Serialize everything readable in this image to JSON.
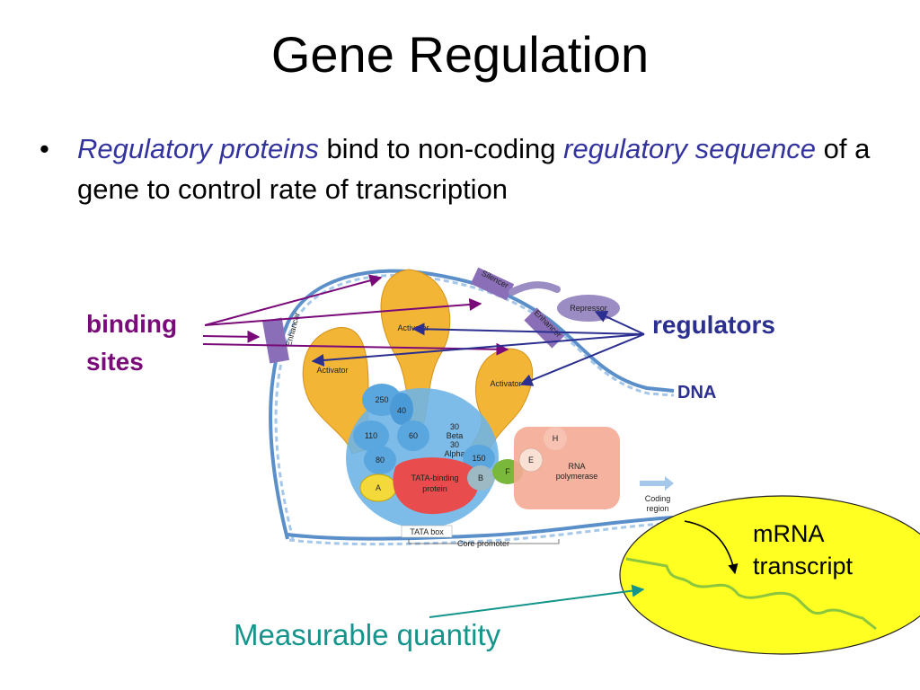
{
  "slide": {
    "title": "Gene Regulation",
    "bullet": {
      "part1": "Regulatory proteins",
      "part2": " bind to non-coding ",
      "part3": "regulatory sequence",
      "part4": " of a gene to control rate of transcription"
    }
  },
  "callouts": {
    "binding_line1": "binding",
    "binding_line2": "sites",
    "regulators": "regulators",
    "dna": "DNA",
    "mrna_line1": "mRNA",
    "mrna_line2": "transcript",
    "measurable": "Measurable quantity"
  },
  "diagram_labels": {
    "silencer": "Silencer",
    "repressor": "Repressor",
    "enhancer_left": "Enhancer",
    "enhancer_right": "Enhancer",
    "activator_top": "Activator",
    "activator_left": "Activator",
    "activator_right": "Activator",
    "f250": "250",
    "f40": "40",
    "f110": "110",
    "f60": "60",
    "f30beta": "30",
    "beta": "Beta",
    "f30alpha": "30",
    "alpha": "Alpha",
    "f80": "80",
    "f150": "150",
    "tata_line1": "TATA-binding",
    "tata_line2": "protein",
    "a": "A",
    "b": "B",
    "e": "E",
    "f": "F",
    "h": "H",
    "rna_line1": "RNA",
    "rna_line2": "polymerase",
    "coding_line1": "Coding",
    "coding_line2": "region",
    "tata_box": "TATA box",
    "core_promoter": "Core promoter"
  },
  "colors": {
    "binding_arrows": "#7a0a7a",
    "regulator_arrows": "#2b2f8f",
    "measurable_arrow": "#14958c",
    "mrna_ellipse": "#ffff22",
    "mrna_strand": "#8cc63f"
  }
}
